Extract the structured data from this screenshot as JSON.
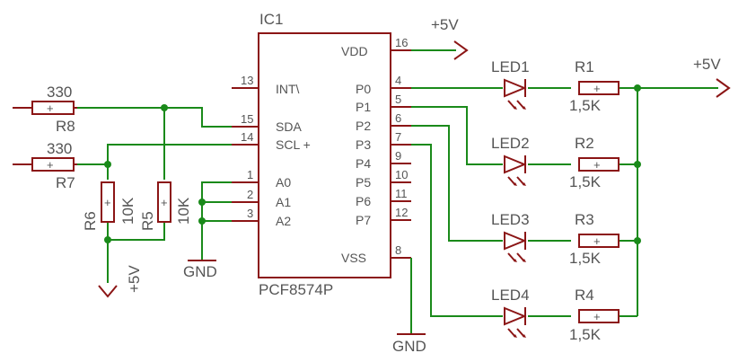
{
  "ic": {
    "name": "IC1",
    "part": "PCF8574P",
    "left_pins": [
      {
        "num": "13",
        "label": "INT\\"
      },
      {
        "num": "15",
        "label": "SDA"
      },
      {
        "num": "14",
        "label": "SCL +"
      },
      {
        "num": "1",
        "label": "A0"
      },
      {
        "num": "2",
        "label": "A1"
      },
      {
        "num": "3",
        "label": "A2"
      }
    ],
    "right_pins": [
      {
        "num": "16",
        "label": "VDD"
      },
      {
        "num": "4",
        "label": "P0"
      },
      {
        "num": "5",
        "label": "P1"
      },
      {
        "num": "6",
        "label": "P2"
      },
      {
        "num": "7",
        "label": "P3"
      },
      {
        "num": "9",
        "label": "P4"
      },
      {
        "num": "10",
        "label": "P5"
      },
      {
        "num": "11",
        "label": "P6"
      },
      {
        "num": "12",
        "label": "P7"
      },
      {
        "num": "8",
        "label": "VSS"
      }
    ]
  },
  "resistors": {
    "r8": {
      "name": "R8",
      "value": "330"
    },
    "r7": {
      "name": "R7",
      "value": "330"
    },
    "r6": {
      "name": "R6",
      "value": "10K"
    },
    "r5": {
      "name": "R5",
      "value": "10K"
    },
    "r1": {
      "name": "R1",
      "value": "1,5K"
    },
    "r2": {
      "name": "R2",
      "value": "1,5K"
    },
    "r3": {
      "name": "R3",
      "value": "1,5K"
    },
    "r4": {
      "name": "R4",
      "value": "1,5K"
    }
  },
  "leds": [
    "LED1",
    "LED2",
    "LED3",
    "LED4"
  ],
  "supplies": {
    "vdd": "+5V",
    "led_rail": "+5V",
    "pullup": "+5V",
    "gnd_address": "GND",
    "gnd_vss": "GND"
  },
  "colors": {
    "wire": "#1a8a1a",
    "component": "#8b1515",
    "text": "#555555"
  }
}
